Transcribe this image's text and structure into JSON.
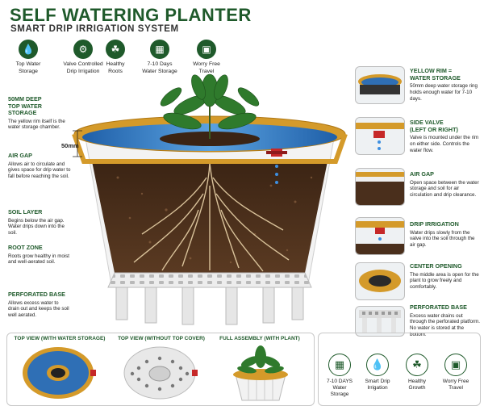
{
  "header": {
    "title": "SELF WATERING PLANTER",
    "subtitle": "SMART DRIP IRRIGATION SYSTEM"
  },
  "features": [
    {
      "icon": "water-drop-icon",
      "line1": "Top Water",
      "line2": "Storage"
    },
    {
      "icon": "valve-icon",
      "line1": "Valve Controlled",
      "line2": "Drip Irrigation"
    },
    {
      "icon": "leaf-icon",
      "line1": "Healthy",
      "line2": "Roots"
    },
    {
      "icon": "calendar-icon",
      "line1": "7-10 Days",
      "line2": "Water Storage"
    },
    {
      "icon": "suitcase-icon",
      "line1": "Worry Free",
      "line2": "Travel"
    }
  ],
  "left_labels": [
    {
      "heading1": "50MM DEEP",
      "heading2": "TOP WATER STORAGE",
      "body": "The yellow rim itself is the water storage chamber."
    },
    {
      "heading1": "AIR GAP",
      "heading2": "",
      "body": "Allows air to circulate and gives space for drip water to fall before reaching the soil."
    },
    {
      "heading1": "SOIL LAYER",
      "heading2": "",
      "body": "Begins below the air gap. Water drips down into the soil."
    },
    {
      "heading1": "ROOT ZONE",
      "heading2": "",
      "body": "Roots grow healthy in moist and well-aerated soil."
    },
    {
      "heading1": "PERFORATED BASE",
      "heading2": "",
      "body": "Allows excess water to drain out and keeps the soil well aerated."
    }
  ],
  "dimension_label": "50mm",
  "right_labels": [
    {
      "heading1": "YELLOW RIM =",
      "heading2": "WATER STORAGE",
      "body": "50mm deep water storage ring holds enough water for 7-10 days."
    },
    {
      "heading1": "SIDE VALVE",
      "heading2": "(LEFT OR RIGHT)",
      "body": "Valve is mounted under the rim on either side. Controls the water flow."
    },
    {
      "heading1": "AIR GAP",
      "heading2": "",
      "body": "Open space between the water storage and soil for air circulation and drip clearance."
    },
    {
      "heading1": "DRIP IRRIGATION",
      "heading2": "",
      "body": "Water drips slowly from the valve into the soil through the air gap."
    },
    {
      "heading1": "CENTER OPENING",
      "heading2": "",
      "body": "The middle area is open for the plant to grow freely and comfortably."
    },
    {
      "heading1": "PERFORATED BASE",
      "heading2": "",
      "body": "Excess water drains out through the perforated platform. No water is stored at the bottom."
    }
  ],
  "views": [
    {
      "title": "TOP VIEW (WITH WATER STORAGE)"
    },
    {
      "title": "TOP VIEW (WITHOUT TOP COVER)"
    },
    {
      "title": "FULL ASSEMBLY (WITH PLANT)"
    }
  ],
  "bottom_icons": [
    {
      "icon": "calendar-icon",
      "line1": "7-10 DAYS",
      "line2": "Water Storage"
    },
    {
      "icon": "drip-icon",
      "line1": "Smart Drip",
      "line2": "Irrigation"
    },
    {
      "icon": "leaf-icon",
      "line1": "Healthy",
      "line2": "Growth"
    },
    {
      "icon": "suitcase-icon",
      "line1": "Worry Free",
      "line2": "Travel"
    }
  ],
  "colors": {
    "brand_green": "#1f5a2b",
    "rim_gold": "#d49a2a",
    "water_blue": "#2f6fb5",
    "soil_brown": "#4a2f1c",
    "valve_red": "#c62828"
  }
}
